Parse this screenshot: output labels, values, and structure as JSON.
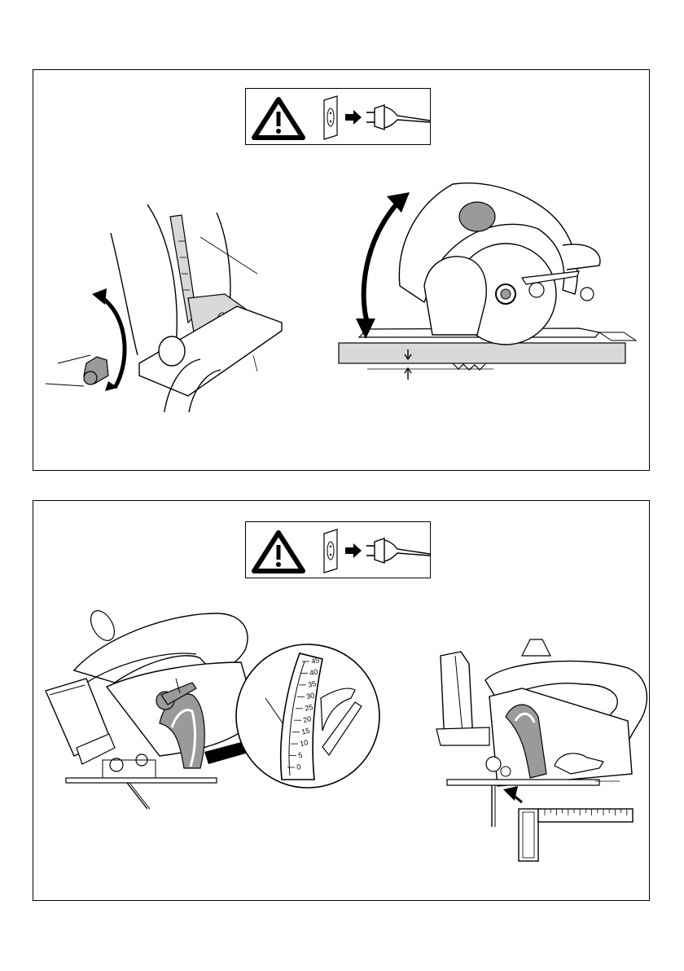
{
  "page": {
    "background": "#ffffff",
    "line_color": "#000000",
    "shade_gray": "#d8d8d8",
    "dark_gray": "#9a9a9a"
  },
  "panels": [
    {
      "id": "depth-adjustment",
      "warning": {
        "icons": [
          "warning-triangle-icon",
          "wall-socket-icon",
          "arrow-right-icon",
          "plug-icon"
        ]
      },
      "figures": [
        "depth-lever-closeup",
        "saw-depth-side-view"
      ]
    },
    {
      "id": "bevel-adjustment",
      "warning": {
        "icons": [
          "warning-triangle-icon",
          "wall-socket-icon",
          "arrow-right-icon",
          "plug-icon"
        ]
      },
      "figures": [
        "saw-bevel-tilted",
        "bevel-scale-magnifier",
        "saw-square-check"
      ],
      "bevel_scale": {
        "labels": [
          "45",
          "40",
          "35",
          "30",
          "25",
          "20",
          "15",
          "10",
          "5",
          "0"
        ]
      }
    }
  ]
}
